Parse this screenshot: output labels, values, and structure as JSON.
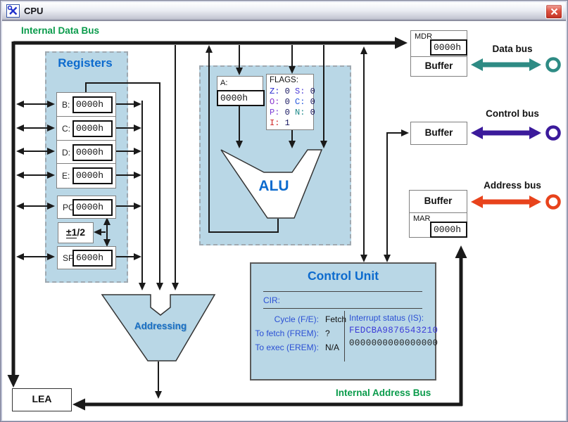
{
  "window": {
    "title": "CPU"
  },
  "labels": {
    "internal_data_bus": "Internal Data Bus",
    "internal_address_bus": "Internal Address Bus"
  },
  "registers": {
    "title": "Registers",
    "rows": [
      {
        "label": "B:",
        "value": "0000h"
      },
      {
        "label": "C:",
        "value": "0000h"
      },
      {
        "label": "D:",
        "value": "0000h"
      },
      {
        "label": "E:",
        "value": "0000h"
      },
      {
        "label": "PC:",
        "value": "0000h"
      },
      {
        "label": "SP:",
        "value": "6000h"
      }
    ],
    "incrementer": {
      "u": "±1",
      "rest": "/2"
    }
  },
  "alu": {
    "title": "ALU",
    "a_label": "A:",
    "a_value": "0000h",
    "flags_title": "FLAGS:",
    "flags": [
      {
        "name": "Z:",
        "value": "0"
      },
      {
        "name": "S:",
        "value": "0"
      },
      {
        "name": "O:",
        "value": "0"
      },
      {
        "name": "C:",
        "value": "0"
      },
      {
        "name": "P:",
        "value": "0"
      },
      {
        "name": "N:",
        "value": "0"
      },
      {
        "name": "I:",
        "value": "1"
      }
    ]
  },
  "addressing": {
    "title": "Addressing"
  },
  "control_unit": {
    "title": "Control Unit",
    "cir_label": "CIR:",
    "cycle_label": "Cycle (F/E):",
    "cycle_value": "Fetch",
    "fetch_label": "To fetch (FREM):",
    "fetch_value": "?",
    "exec_label": "To exec (EREM):",
    "exec_value": "N/A",
    "interrupt_label": "Interrupt status (IS):",
    "interrupt_bits": "FEDCBA9876543210",
    "interrupt_values": "0000000000000000"
  },
  "io": {
    "mdr": {
      "label": "MDR",
      "value": "0000h",
      "buffer": "Buffer"
    },
    "control": {
      "buffer": "Buffer"
    },
    "mar": {
      "label": "MAR",
      "value": "0000h",
      "buffer": "Buffer"
    }
  },
  "buses": [
    {
      "name": "Data bus",
      "color": "#2e8b84"
    },
    {
      "name": "Control bus",
      "color": "#3b1a9b"
    },
    {
      "name": "Address bus",
      "color": "#e8431c"
    }
  ],
  "lea": {
    "label": "LEA"
  },
  "colors": {
    "panel_blue": "#b9d7e6",
    "header_blue": "#0d6bce",
    "cu_label_blue": "#2b50d4",
    "bus_label_green": "#0a9b4b",
    "wire_black": "#1a1a1a"
  }
}
